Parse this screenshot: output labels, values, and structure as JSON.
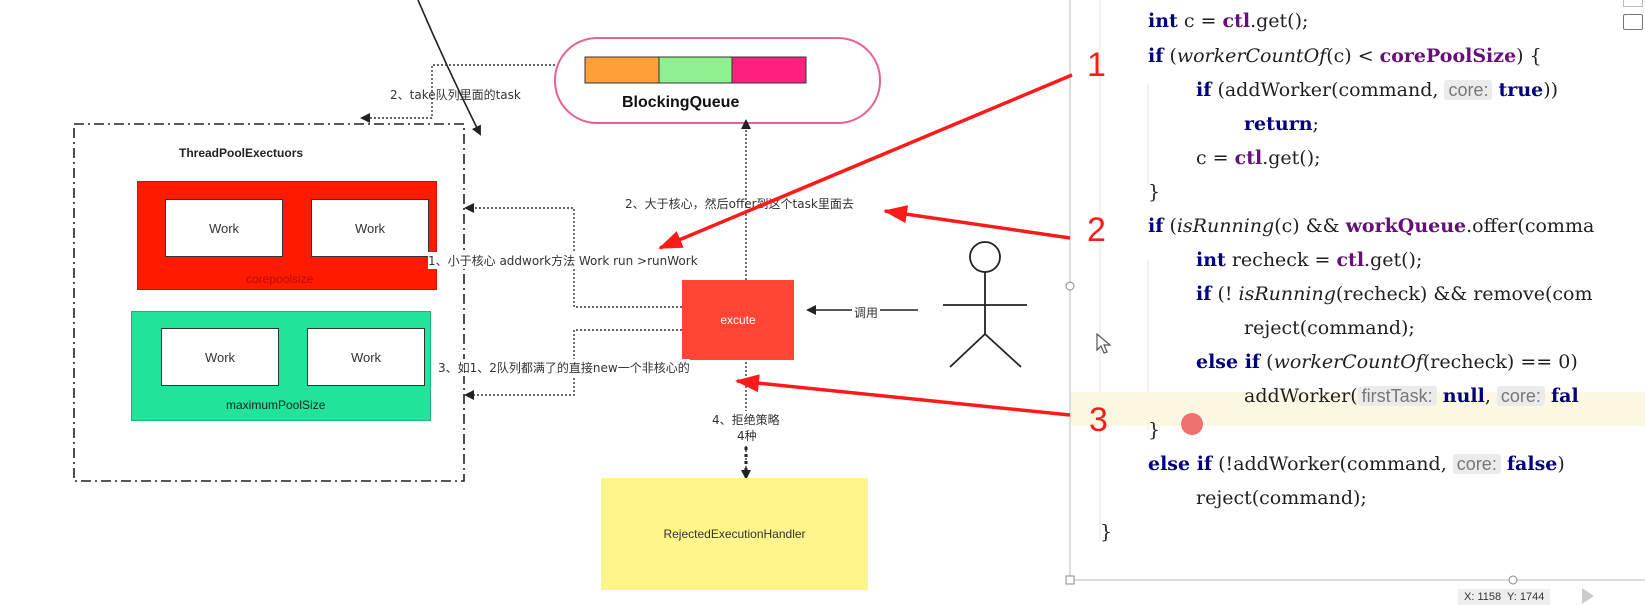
{
  "diagram": {
    "pool_title": "ThreadPoolExectuors",
    "core_label": "corepoolsize",
    "max_label": "maximumPoolSize",
    "work_label": "Work",
    "queue_label": "BlockingQueue",
    "execute_label": "excute",
    "handler_label": "RejectedExecutionHandler",
    "call_label": "调用",
    "step_take": "2、take队列里面的task",
    "step_offer": "2、大于核心，然后offer到这个task里面去",
    "step_addwork": "1、小于核心 addwork方法 Work run >runWork",
    "step_new": "3、如1、2队列都满了的直接new一个非核心的",
    "step_reject_line1": "4、拒绝策略",
    "step_reject_line2": "4种",
    "colors": {
      "core_fill": "#ff1a00",
      "max_fill": "#22e39a",
      "execute_fill": "#ff4433",
      "handler_fill": "#fff58a",
      "queue_orange": "#ff9f3a",
      "queue_green": "#8ef08e",
      "queue_pink": "#ff1f7e",
      "queue_border": "#e8609a",
      "arrow_red": "#ff1a1a"
    }
  },
  "markers": {
    "m1": "1",
    "m2": "2",
    "m3": "3"
  },
  "code": {
    "l01_kw": "int",
    "l01_rest": " c = ",
    "l01_fld": "ctl",
    "l01_end": ".get();",
    "l02_kw": "if",
    "l02_a": " (",
    "l02_it": "workerCountOf",
    "l02_b": "(c) < ",
    "l02_fld": "corePoolSize",
    "l02_end": ") {",
    "l03_kw": "if",
    "l03_a": " (addWorker(command, ",
    "l03_hint": "core:",
    "l03_val": "true",
    "l03_end": "))",
    "l04_kw": "return",
    "l04_end": ";",
    "l05_a": "c = ",
    "l05_fld": "ctl",
    "l05_end": ".get();",
    "l06": "}",
    "l07_kw": "if",
    "l07_a": " (",
    "l07_it": "isRunning",
    "l07_b": "(c) && ",
    "l07_fld": "workQueue",
    "l07_end": ".offer(comma",
    "l08_kw": "int",
    "l08_a": " recheck = ",
    "l08_fld": "ctl",
    "l08_end": ".get();",
    "l09_kw": "if",
    "l09_a": " (! ",
    "l09_it": "isRunning",
    "l09_end": "(recheck) && remove(com",
    "l10": "reject(command);",
    "l11_kw": "else if",
    "l11_a": " (",
    "l11_it": "workerCountOf",
    "l11_end": "(recheck) == 0)",
    "l12_a": "addWorker(",
    "l12_hint1": "firstTask:",
    "l12_val1": "null",
    "l12_b": ", ",
    "l12_hint2": "core:",
    "l12_val2": "fal",
    "l13": "}",
    "l14_kw": "else if",
    "l14_a": " (!addWorker(command, ",
    "l14_hint": "core:",
    "l14_val": "false",
    "l14_end": ")",
    "l15": "reject(command);",
    "l16": "}"
  },
  "status": {
    "coords": "X: 1158  Y: 1744"
  }
}
